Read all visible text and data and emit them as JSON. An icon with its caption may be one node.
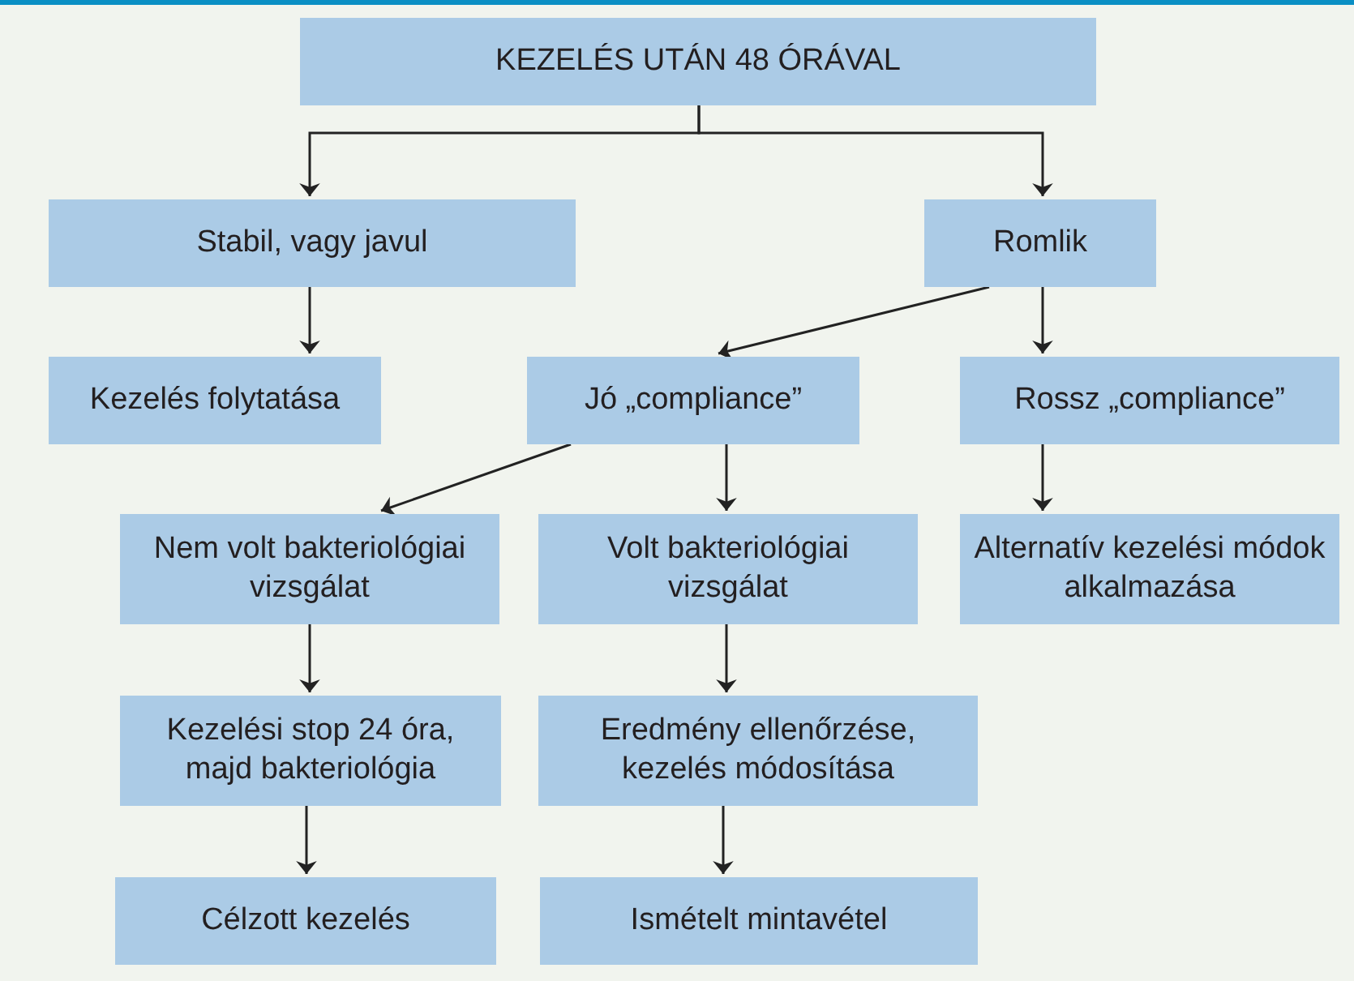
{
  "diagram": {
    "nodes": [
      {
        "text": [
          "KEZELÉS UTÁN 48 ÓRÁVAL"
        ]
      },
      {
        "text": [
          "Stabil, vagy javul"
        ]
      },
      {
        "text": [
          "Romlik"
        ]
      },
      {
        "text": [
          "Kezelés folytatása"
        ]
      },
      {
        "text": [
          "Jó „compliance”"
        ]
      },
      {
        "text": [
          "Rossz „compliance”"
        ]
      },
      {
        "text": [
          "Nem volt bakteriológiai vizsgálat"
        ]
      },
      {
        "text": [
          "Volt bakteriológiai vizsgálat"
        ]
      },
      {
        "text": [
          "Alternatív kezelési módok alkalmazása"
        ]
      },
      {
        "text": [
          "Kezelési stop 24 óra, majd bakteriológia"
        ]
      },
      {
        "text": [
          "Eredmény ellenőrzése, kezelés módosítása"
        ]
      },
      {
        "text": [
          "Célzott kezelés"
        ]
      },
      {
        "text": [
          "Ismételt mintavétel"
        ]
      }
    ],
    "edges": [
      {
        "from": 0,
        "to": 1,
        "arrow": "to"
      },
      {
        "from": 0,
        "to": 2,
        "arrow": "to"
      },
      {
        "from": 1,
        "to": 3,
        "arrow": "to"
      },
      {
        "from": 2,
        "to": 4,
        "arrow": "to"
      },
      {
        "from": 2,
        "to": 5,
        "arrow": "to"
      },
      {
        "from": 4,
        "to": 6,
        "arrow": "to"
      },
      {
        "from": 4,
        "to": 7,
        "arrow": "to"
      },
      {
        "from": 5,
        "to": 8,
        "arrow": "to"
      },
      {
        "from": 6,
        "to": 9,
        "arrow": "to"
      },
      {
        "from": 7,
        "to": 10,
        "arrow": "to"
      },
      {
        "from": 9,
        "to": 11,
        "arrow": "to"
      },
      {
        "from": 10,
        "to": 12,
        "arrow": "to"
      }
    ]
  }
}
